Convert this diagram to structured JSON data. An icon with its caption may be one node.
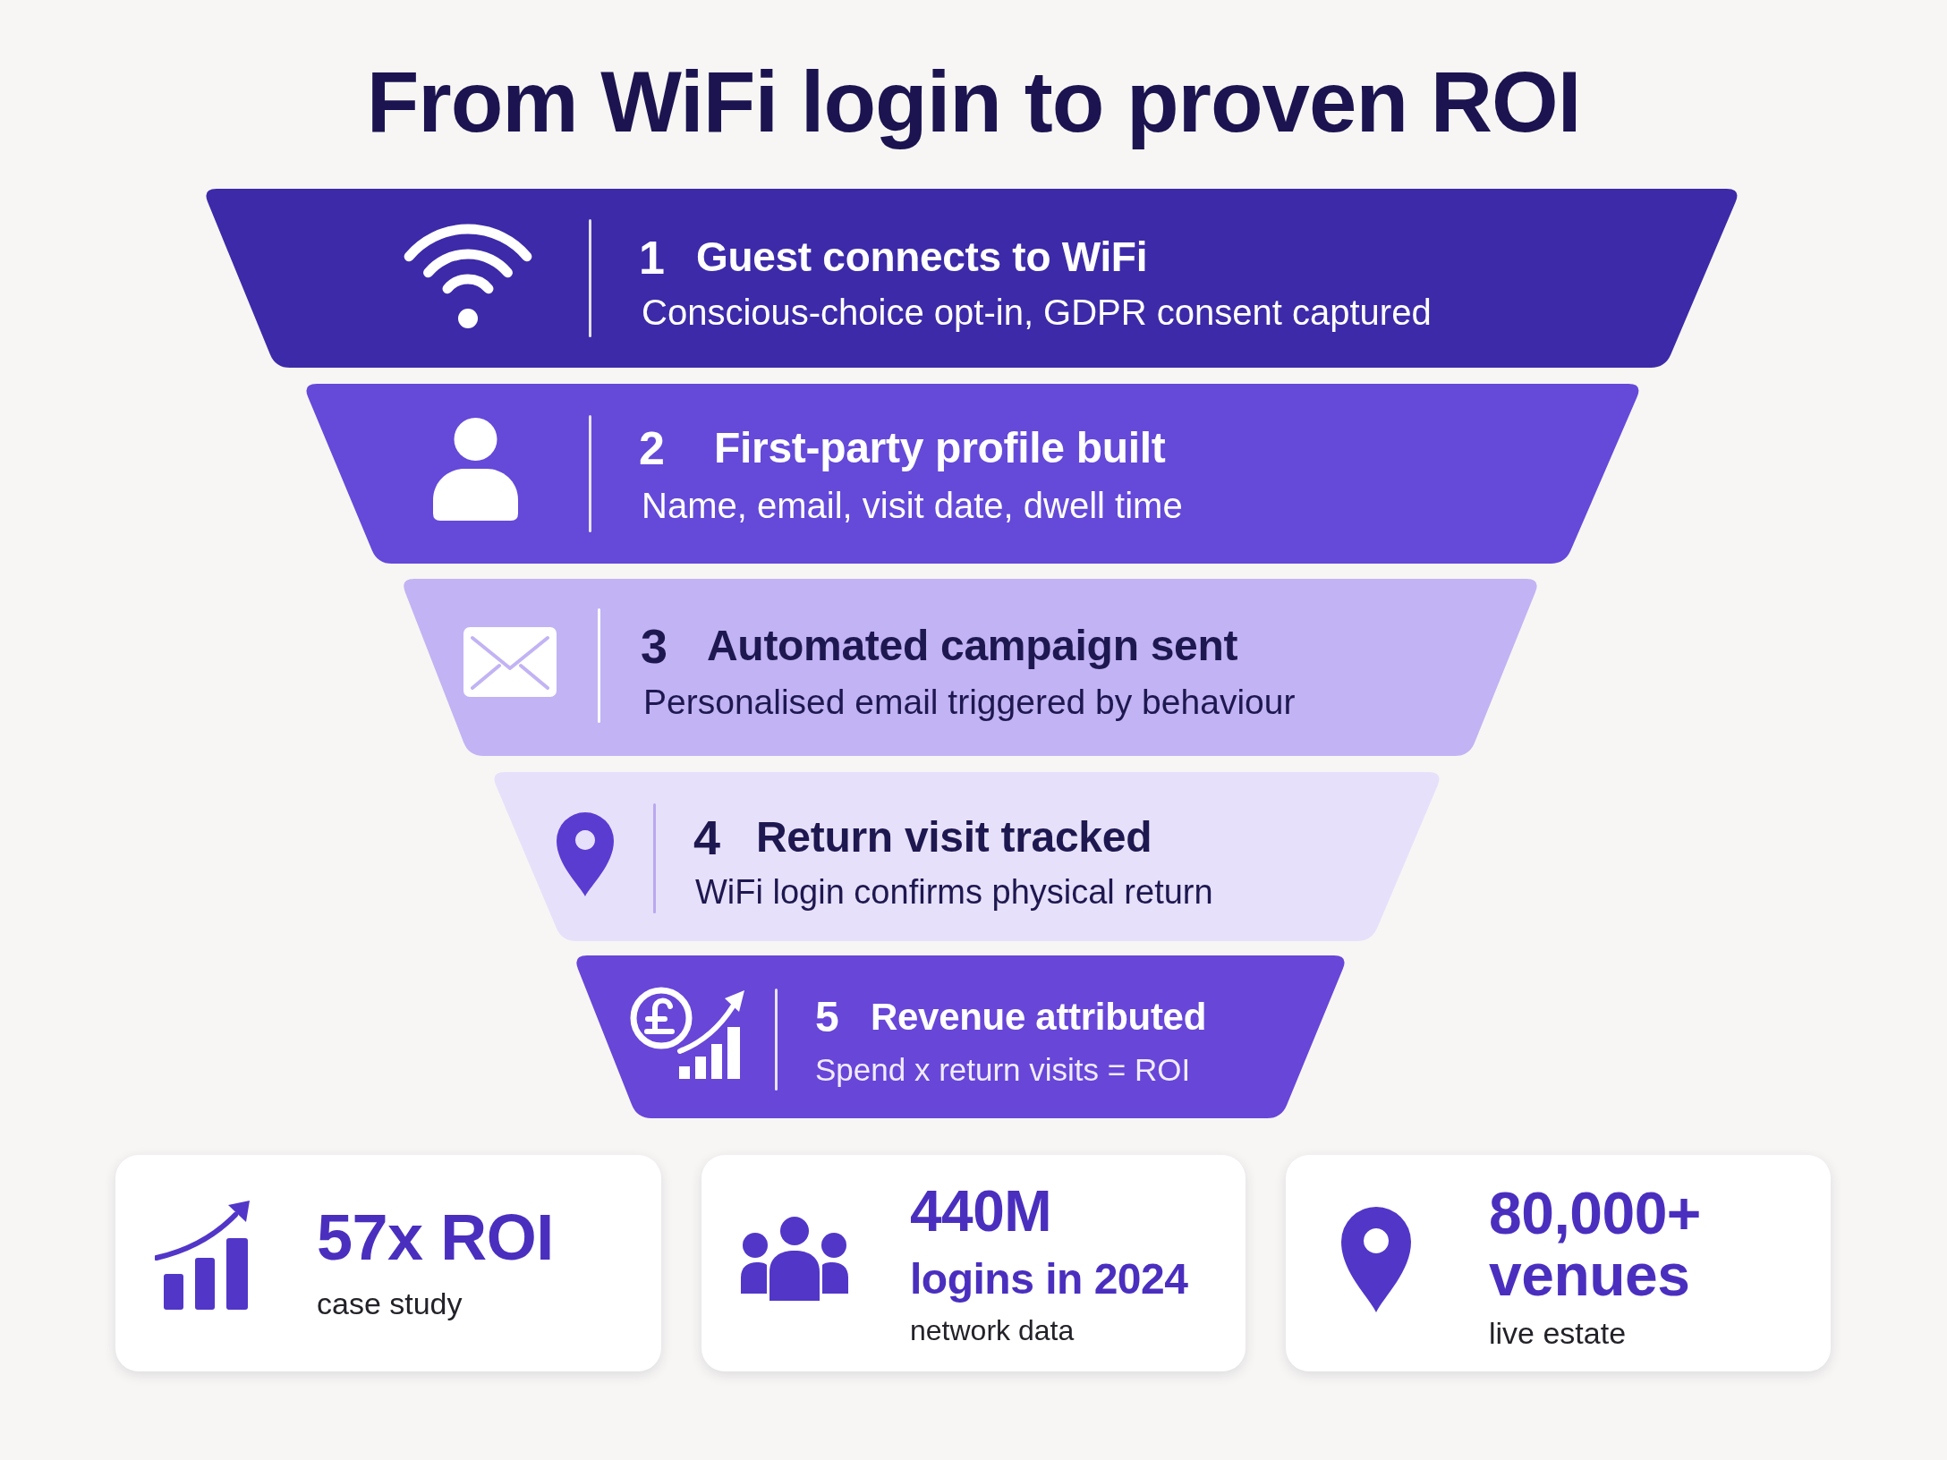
{
  "diagram": {
    "title": "From WiFi login to proven ROI",
    "nodes": [
      {
        "text": [
          "1",
          "Guest connects to WiFi",
          "Conscious-choice opt-in, GDPR consent captured"
        ]
      },
      {
        "text": [
          "2",
          "First-party profile built",
          "Name, email, visit date, dwell time"
        ]
      },
      {
        "text": [
          "3",
          "Automated campaign sent",
          "Personalised email triggered by behaviour"
        ]
      },
      {
        "text": [
          "4",
          "Return visit tracked",
          "WiFi login confirms physical return"
        ]
      },
      {
        "text": [
          "5",
          "Revenue attributed",
          "Spend x return visits = ROI"
        ]
      },
      {
        "text": [
          "57x ROI",
          "case study"
        ]
      },
      {
        "text": [
          "440M",
          "logins in 2024",
          "network data"
        ]
      },
      {
        "text": [
          "80,000+ venues",
          "live estate"
        ]
      }
    ]
  }
}
